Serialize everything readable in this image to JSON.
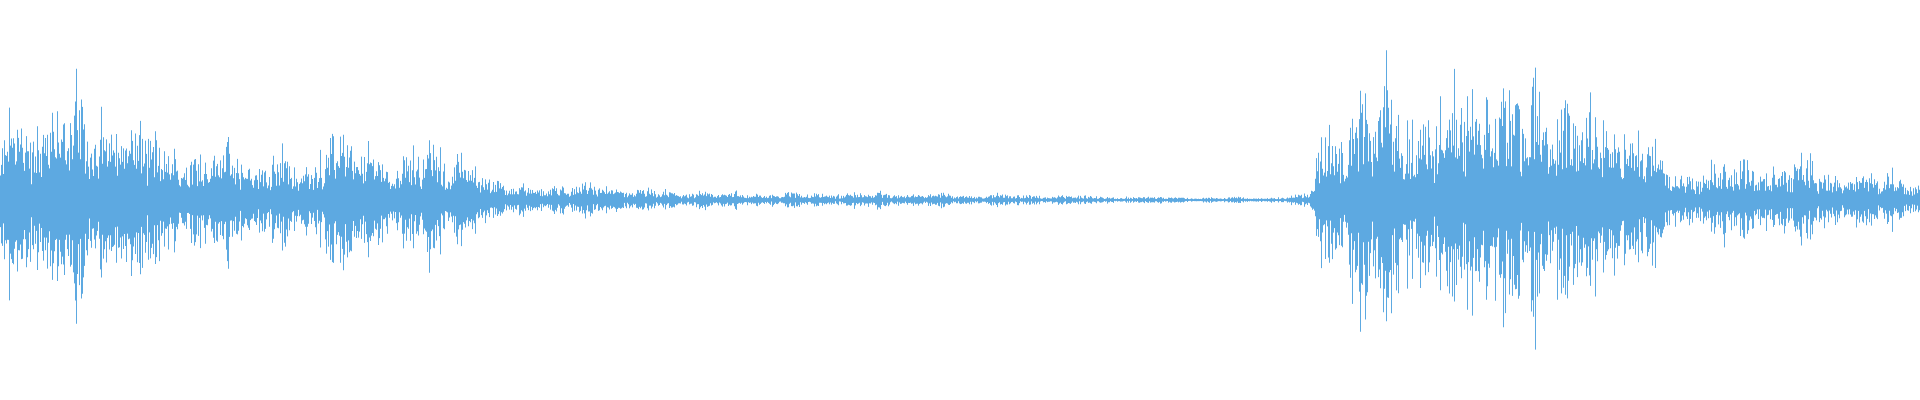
{
  "waveform": {
    "color": "#5DA9E1",
    "background": "#FFFFFF",
    "description_type": "audio-waveform",
    "amplitude_profile": [
      [
        0,
        0.55
      ],
      [
        40,
        0.7
      ],
      [
        100,
        0.7
      ],
      [
        160,
        0.45
      ],
      [
        250,
        0.35
      ],
      [
        310,
        0.25
      ],
      [
        330,
        0.55
      ],
      [
        345,
        0.45
      ],
      [
        380,
        0.35
      ],
      [
        420,
        0.4
      ],
      [
        450,
        0.3
      ],
      [
        470,
        0.35
      ],
      [
        490,
        0.15
      ],
      [
        520,
        0.1
      ],
      [
        600,
        0.12
      ],
      [
        640,
        0.07
      ],
      [
        700,
        0.06
      ],
      [
        800,
        0.05
      ],
      [
        900,
        0.05
      ],
      [
        1000,
        0.04
      ],
      [
        1100,
        0.03
      ],
      [
        1200,
        0.02
      ],
      [
        1280,
        0.02
      ],
      [
        1310,
        0.05
      ],
      [
        1320,
        0.55
      ],
      [
        1350,
        0.65
      ],
      [
        1400,
        0.85
      ],
      [
        1420,
        0.6
      ],
      [
        1480,
        0.85
      ],
      [
        1500,
        0.8
      ],
      [
        1540,
        0.85
      ],
      [
        1560,
        0.85
      ],
      [
        1580,
        0.75
      ],
      [
        1620,
        0.6
      ],
      [
        1650,
        0.55
      ],
      [
        1680,
        0.2
      ],
      [
        1700,
        0.25
      ],
      [
        1740,
        0.3
      ],
      [
        1800,
        0.25
      ],
      [
        1860,
        0.2
      ],
      [
        1920,
        0.15
      ]
    ]
  }
}
